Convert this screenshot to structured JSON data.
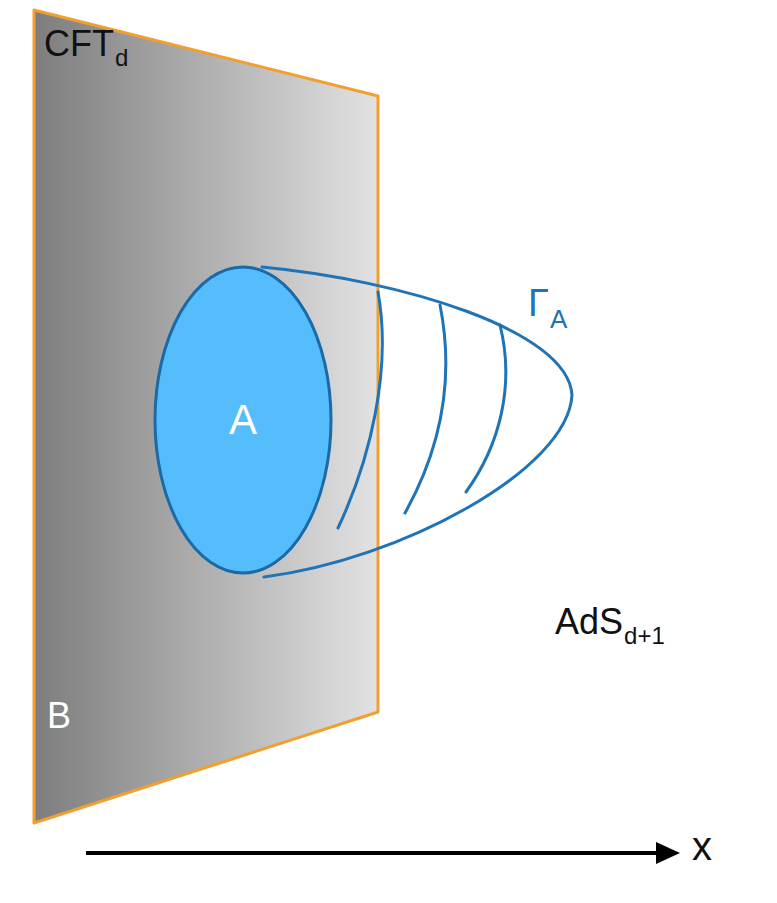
{
  "diagram": {
    "nodes": [
      {
        "text": [
          "CFT",
          "d",
          "B"
        ]
      },
      {
        "text": [
          "A"
        ],
        "in": 0
      }
    ],
    "labels": [
      "Γ",
      "A",
      "AdS",
      "d+1",
      "x"
    ]
  }
}
